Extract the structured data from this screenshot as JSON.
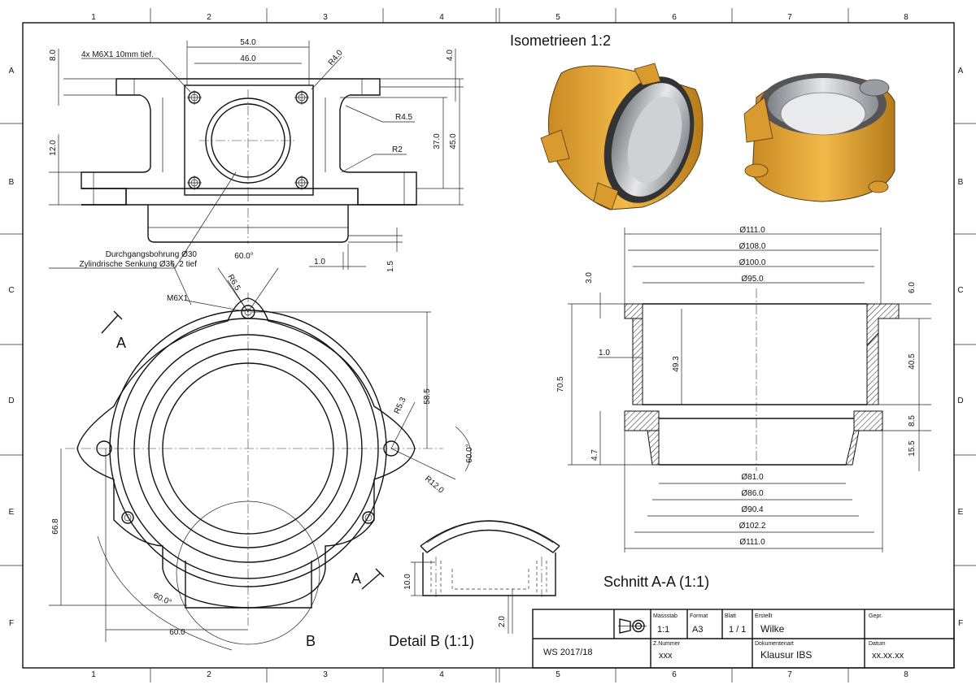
{
  "frame": {
    "columns": [
      "1",
      "2",
      "3",
      "4",
      "5",
      "6",
      "7",
      "8"
    ],
    "rows": [
      "A",
      "B",
      "C",
      "D",
      "E",
      "F"
    ]
  },
  "front_view": {
    "thread_note": "4x M6X1  10mm tief.",
    "bore_note_1": "Durchgangsbohrung Ø30",
    "bore_note_2": "Zylindrische Senkung Ø36, 2 tief",
    "dims": {
      "d54": "54.0",
      "d46": "46.0",
      "r4": "R4.0",
      "r45": "R4.5",
      "r2": "R2",
      "d8": "8.0",
      "d12": "12.0",
      "d4": "4.0",
      "d37": "37.0",
      "d45": "45.0",
      "d1": "1.0",
      "d15": "1.5"
    }
  },
  "top_view": {
    "dims": {
      "a60top": "60.0°",
      "r65": "R6.5",
      "m6": "M6X1",
      "d585": "58.5",
      "r53": "R5.3",
      "a60r": "60.0°",
      "r12": "R12.0",
      "d668": "66.8",
      "a60b": "60.0°",
      "d60": "60.0"
    },
    "section_a_upper": "A",
    "section_a_lower": "A",
    "detail_b": "B"
  },
  "isometric_title": "Isometrieen 1:2",
  "section": {
    "title": "Schnitt A-A (1:1)",
    "dims": {
      "o111t": "Ø111.0",
      "o108": "Ø108.0",
      "o100": "Ø100.0",
      "o95": "Ø95.0",
      "d30": "3.0",
      "d60": "6.0",
      "d10": "1.0",
      "d493": "49.3",
      "d705": "70.5",
      "d405": "40.5",
      "d85": "8.5",
      "d155": "15.5",
      "d47": "4.7",
      "o81": "Ø81.0",
      "o86": "Ø86.0",
      "o904": "Ø90.4",
      "o1022": "Ø102.2",
      "o111b": "Ø111.0"
    }
  },
  "detail": {
    "title": "Detail B (1:1)",
    "d10": "10.0",
    "d20": "2.0"
  },
  "title_block": {
    "massstab_label": "Massstab",
    "massstab": "1:1",
    "format_label": "Format",
    "format": "A3",
    "blatt_label": "Blatt",
    "blatt": "1 / 1",
    "erstellt_label": "Erstellt",
    "erstellt": "Wilke",
    "gepr_label": "Gepr.",
    "semester": "WS 2017/18",
    "znummer_label": "Z.Nummer",
    "znummer": "xxx",
    "dokart_label": "Dokumentenart",
    "dokart": "Klausur IBS",
    "datum_label": "Datum",
    "datum": "xx.xx.xx"
  },
  "colors": {
    "iso_body": "#e8a838",
    "iso_bore": "#b8bcc0"
  }
}
